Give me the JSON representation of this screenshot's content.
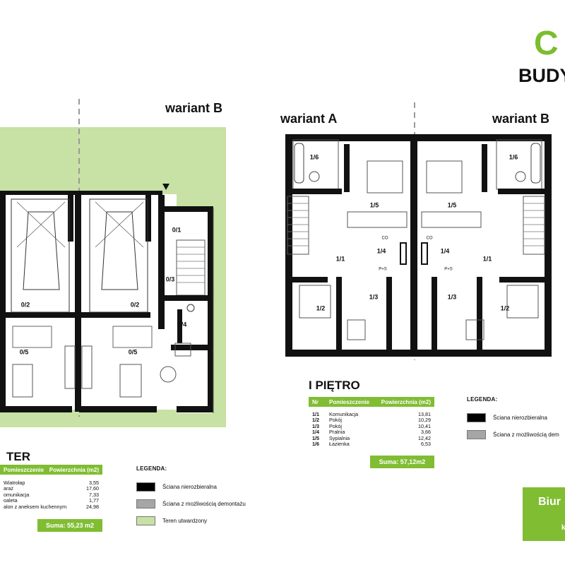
{
  "brand": {
    "letter": "C",
    "title": "BUDY"
  },
  "colors": {
    "accent": "#80bd33",
    "wall_permanent": "#000000",
    "wall_removable": "#a6a6a6",
    "paved_area": "#c8e1a4"
  },
  "ground_floor": {
    "variant_title": "wariant B",
    "room_labels": [
      "0/2",
      "0/2",
      "0/1",
      "0/3",
      "0/4",
      "0/5",
      "0/5"
    ],
    "title": "TER",
    "table": {
      "headers": {
        "name": "Pomieszczenie",
        "area": "Powierzchnia (m2)"
      },
      "rows": [
        {
          "name": "Wiatrołap",
          "area": "3,55"
        },
        {
          "name": "araż",
          "area": "17,60"
        },
        {
          "name": "omunikacja",
          "area": "7,33"
        },
        {
          "name": "oaleta",
          "area": "1,77"
        },
        {
          "name": "alon z aneksem kuchennym",
          "area": "24,98"
        }
      ],
      "sum": "Suma: 55,23 m2"
    },
    "legend": {
      "title": "LEGENDA:",
      "items": [
        {
          "label": "Ściana nierozbieralna",
          "color": "#000000"
        },
        {
          "label": "Ściana z możliwością demontażu",
          "color": "#a6a6a6"
        },
        {
          "label": "Teren utwardzony",
          "color": "#c8e1a4"
        }
      ]
    }
  },
  "first_floor": {
    "variant_a_title": "wariant A",
    "variant_b_title": "wariant B",
    "room_labels_a": [
      "1/6",
      "1/5",
      "1/1",
      "1/4",
      "1/2",
      "1/3"
    ],
    "room_labels_b": [
      "1/6",
      "1/5",
      "1/4",
      "1/1",
      "1/3",
      "1/2"
    ],
    "small_labels": [
      "CO",
      "P+S",
      "CO",
      "P+S"
    ],
    "title": "I PIĘTRO",
    "table": {
      "headers": {
        "nr": "Nr",
        "name": "Pomieszczenie",
        "area": "Powierzchnia (m2)"
      },
      "rows": [
        {
          "nr": "1/1",
          "name": "Komunikacja",
          "area": "13,81"
        },
        {
          "nr": "1/2",
          "name": "Pokój",
          "area": "10,29"
        },
        {
          "nr": "1/3",
          "name": "Pokój",
          "area": "10,41"
        },
        {
          "nr": "1/4",
          "name": "Pralnia",
          "area": "3,66"
        },
        {
          "nr": "1/5",
          "name": "Sypialnia",
          "area": "12,42"
        },
        {
          "nr": "1/6",
          "name": "Łazienka",
          "area": "6,53"
        }
      ],
      "sum": "Suma: 57,12m2"
    },
    "legend": {
      "title": "LEGENDA:",
      "items": [
        {
          "label": "Ściana nierozbieralna",
          "color": "#000000"
        },
        {
          "label": "Ściana z możliwością dem",
          "color": "#a6a6a6"
        }
      ]
    }
  },
  "contact": {
    "title": "Biur",
    "small": "k"
  }
}
